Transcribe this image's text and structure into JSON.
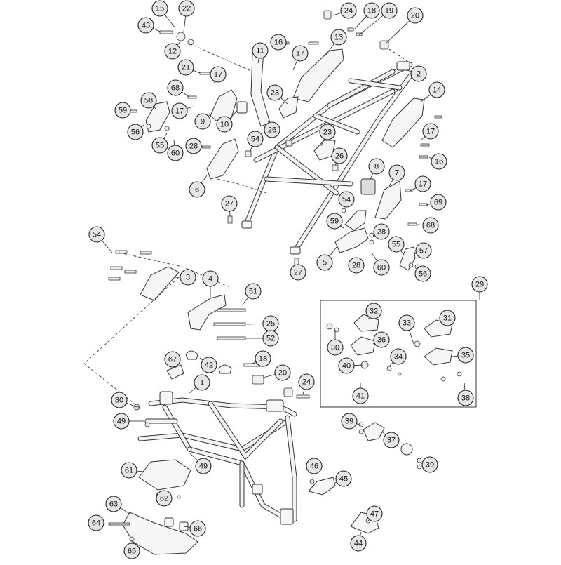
{
  "diagram": {
    "title": "",
    "callouts": [
      {
        "id": "c15a",
        "label": "15"
      },
      {
        "id": "c22a",
        "label": "22"
      },
      {
        "id": "c43",
        "label": "43"
      },
      {
        "id": "c12",
        "label": "12"
      },
      {
        "id": "c24a",
        "label": "24"
      },
      {
        "id": "c18a",
        "label": "18"
      },
      {
        "id": "c19",
        "label": "19"
      },
      {
        "id": "c20a",
        "label": "20"
      },
      {
        "id": "c13",
        "label": "13"
      },
      {
        "id": "c16a",
        "label": "16"
      },
      {
        "id": "c17a",
        "label": "17"
      },
      {
        "id": "c11",
        "label": "11"
      },
      {
        "id": "c2",
        "label": "2"
      },
      {
        "id": "c21",
        "label": "21"
      },
      {
        "id": "c17b",
        "label": "17"
      },
      {
        "id": "c68a",
        "label": "68"
      },
      {
        "id": "c58",
        "label": "58"
      },
      {
        "id": "c59a",
        "label": "59"
      },
      {
        "id": "c56a",
        "label": "56"
      },
      {
        "id": "c17c",
        "label": "17"
      },
      {
        "id": "c9",
        "label": "9"
      },
      {
        "id": "c10",
        "label": "10"
      },
      {
        "id": "c23a",
        "label": "23"
      },
      {
        "id": "c14",
        "label": "14"
      },
      {
        "id": "c26a",
        "label": "26"
      },
      {
        "id": "c23b",
        "label": "23"
      },
      {
        "id": "c17d",
        "label": "17"
      },
      {
        "id": "c55a",
        "label": "55"
      },
      {
        "id": "c60a",
        "label": "60"
      },
      {
        "id": "c28a",
        "label": "28"
      },
      {
        "id": "c54a",
        "label": "54"
      },
      {
        "id": "c26b",
        "label": "26"
      },
      {
        "id": "c16b",
        "label": "16"
      },
      {
        "id": "c6",
        "label": "6"
      },
      {
        "id": "c8",
        "label": "8"
      },
      {
        "id": "c7",
        "label": "7"
      },
      {
        "id": "c17e",
        "label": "17"
      },
      {
        "id": "c69",
        "label": "69"
      },
      {
        "id": "c27a",
        "label": "27"
      },
      {
        "id": "c54b",
        "label": "54"
      },
      {
        "id": "c59b",
        "label": "59"
      },
      {
        "id": "c28b",
        "label": "28"
      },
      {
        "id": "c68b",
        "label": "68"
      },
      {
        "id": "c54c",
        "label": "54"
      },
      {
        "id": "c55b",
        "label": "55"
      },
      {
        "id": "c57",
        "label": "57"
      },
      {
        "id": "c5",
        "label": "5"
      },
      {
        "id": "c28c",
        "label": "28"
      },
      {
        "id": "c60b",
        "label": "60"
      },
      {
        "id": "c27b",
        "label": "27"
      },
      {
        "id": "c56b",
        "label": "56"
      },
      {
        "id": "c3",
        "label": "3"
      },
      {
        "id": "c4",
        "label": "4"
      },
      {
        "id": "c51",
        "label": "51"
      },
      {
        "id": "c29",
        "label": "29"
      },
      {
        "id": "c25",
        "label": "25"
      },
      {
        "id": "c52",
        "label": "52"
      },
      {
        "id": "c32",
        "label": "32"
      },
      {
        "id": "c33",
        "label": "33"
      },
      {
        "id": "c31",
        "label": "31"
      },
      {
        "id": "c36",
        "label": "36"
      },
      {
        "id": "c30",
        "label": "30"
      },
      {
        "id": "c35",
        "label": "35"
      },
      {
        "id": "c34",
        "label": "34"
      },
      {
        "id": "c40",
        "label": "40"
      },
      {
        "id": "c67",
        "label": "67"
      },
      {
        "id": "c42",
        "label": "42"
      },
      {
        "id": "c18b",
        "label": "18"
      },
      {
        "id": "c20b",
        "label": "20"
      },
      {
        "id": "c1",
        "label": "1"
      },
      {
        "id": "c24b",
        "label": "24"
      },
      {
        "id": "c41",
        "label": "41"
      },
      {
        "id": "c38",
        "label": "38"
      },
      {
        "id": "c80",
        "label": "80"
      },
      {
        "id": "c49a",
        "label": "49"
      },
      {
        "id": "c39a",
        "label": "39"
      },
      {
        "id": "c37",
        "label": "37"
      },
      {
        "id": "c39b",
        "label": "39"
      },
      {
        "id": "c61",
        "label": "61"
      },
      {
        "id": "c49b",
        "label": "49"
      },
      {
        "id": "c46",
        "label": "46"
      },
      {
        "id": "c45",
        "label": "45"
      },
      {
        "id": "c62",
        "label": "62"
      },
      {
        "id": "c63",
        "label": "63"
      },
      {
        "id": "c47",
        "label": "47"
      },
      {
        "id": "c64",
        "label": "64"
      },
      {
        "id": "c66",
        "label": "66"
      },
      {
        "id": "c65",
        "label": "65"
      },
      {
        "id": "c44",
        "label": "44"
      }
    ]
  }
}
